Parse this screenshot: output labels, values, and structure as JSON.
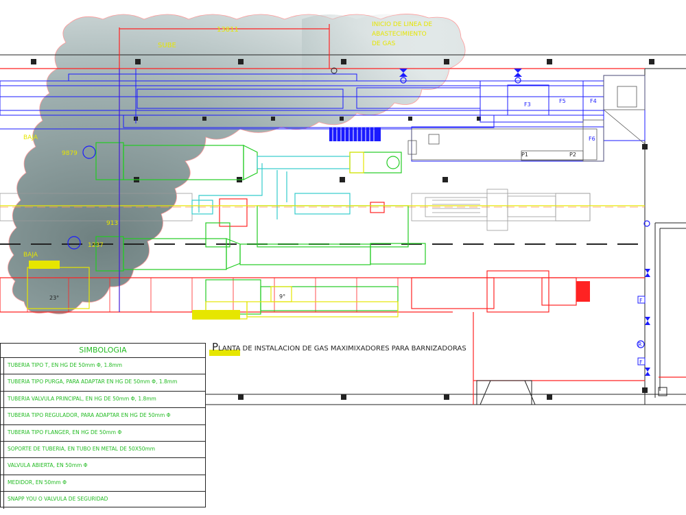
{
  "labels": {
    "dimension_top": "13811",
    "inicio_linea": [
      "INICIO DE LINEA DE",
      "ABASTECIMIENTO",
      "DE GAS"
    ],
    "sube": "SUBE",
    "baja_1": "BAJA",
    "baja_2": "BAJA",
    "dim_left_1": "9879",
    "dim_left_2": "913",
    "dim_left_3": "1237",
    "angle_1": "23°",
    "angle_2": "9°",
    "f3": "F3",
    "f5": "F5",
    "f4": "F4",
    "f6": "F6",
    "p1": "P1",
    "p2": "P2",
    "marker_f1": "F",
    "marker_f2": "F",
    "marker_r": "R"
  },
  "plan_title": {
    "initial": "P",
    "rest": "LANTA DE INSTALACION DE GAS MAXIMIXADORES PARA BARNIZADORAS"
  },
  "legend": {
    "title": "SIMBOLOGIA",
    "items": [
      "TUBERIA TIPO T, EN HG DE 50mm Φ, 1.8mm",
      "TUBERIA TIPO PURGA, PARA ADAPTAR EN HG DE 50mm Φ, 1.8mm",
      "TUBERIA VALVULA PRINCIPAL, EN HG DE 50mm Φ, 1.8mm",
      "TUBERIA TIPO REGULADOR, PARA ADAPTAR EN HG DE 50mm Φ",
      "TUBERIA TIPO FLANGER, EN HG DE 50mm Φ",
      "SOPORTE DE TUBERIA, EN TUBO EN METAL DE 50X50mm",
      "VALVULA ABIERTA, EN 50mm Φ",
      "MEDIDOR, EN 50mm Φ",
      "SNAPP YOU O VALVULA DE SEGURIDAD"
    ]
  },
  "colors": {
    "cloud": "#8a9b9b",
    "pipe_red": "#ff2222",
    "blue": "#1a1aff",
    "green": "#22cc22",
    "yellow": "#e6e600",
    "cyan": "#33cccc",
    "grey": "#8c8c8c"
  }
}
